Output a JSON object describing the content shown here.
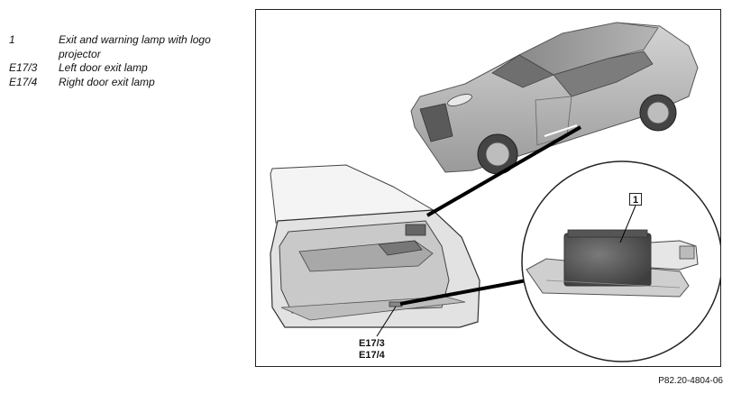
{
  "legend": {
    "items": [
      {
        "key": "1",
        "desc": "Exit and warning lamp with logo projector"
      },
      {
        "key": "E17/3",
        "desc": "Left door exit lamp"
      },
      {
        "key": "E17/4",
        "desc": "Right door exit lamp"
      }
    ]
  },
  "figure": {
    "callout_number": "1",
    "code_left": "E17/3",
    "code_right": "E17/4",
    "figure_id": "P82.20-4804-06"
  }
}
